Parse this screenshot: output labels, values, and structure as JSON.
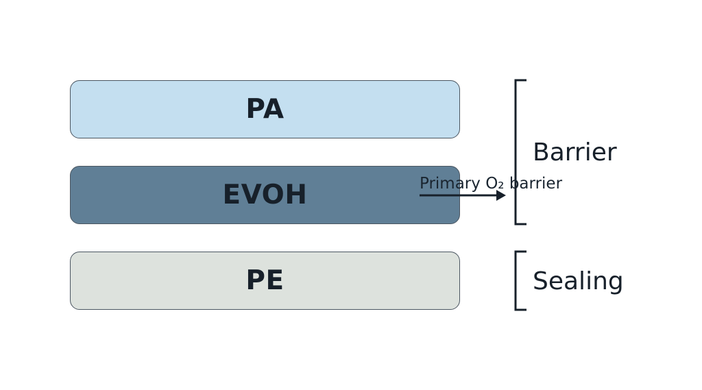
{
  "layers": [
    {
      "name": "PA",
      "color": "#c4dff0"
    },
    {
      "name": "EVOH",
      "color": "#607f96"
    },
    {
      "name": "PE",
      "color": "#dde2dd"
    }
  ],
  "callout": {
    "text": "Primary O₂ barrier"
  },
  "groups": {
    "barrier": "Barrier",
    "sealing": "Sealing"
  },
  "colors": {
    "ink": "#17202a",
    "outline": "#4a5560"
  }
}
